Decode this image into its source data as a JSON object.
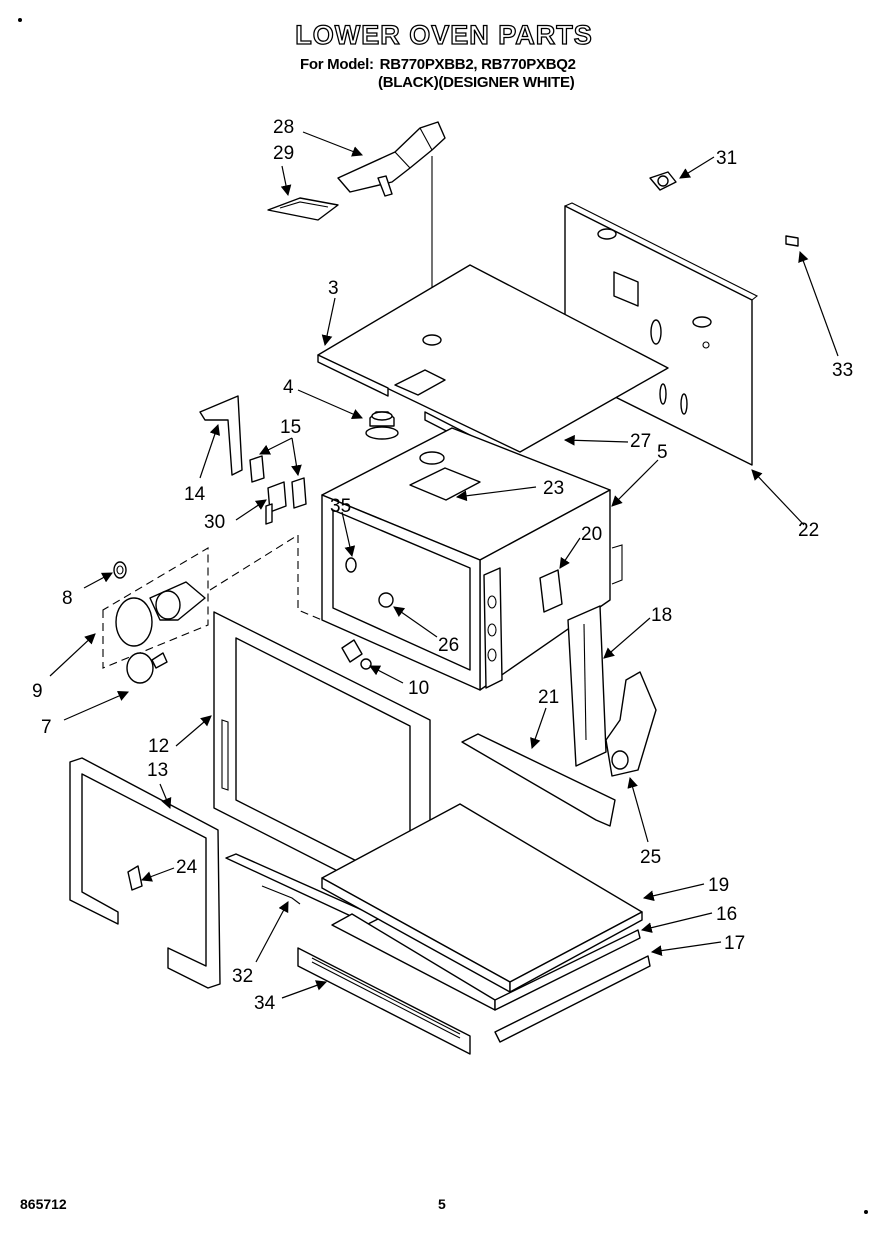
{
  "header": {
    "title": "LOWER OVEN PARTS",
    "model_label": "For Model:",
    "models": "RB770PXBB2, RB770PXBQ2",
    "finishes": "(BLACK)(DESIGNER WHITE)"
  },
  "callouts": {
    "c3": "3",
    "c4": "4",
    "c5": "5",
    "c7": "7",
    "c8": "8",
    "c9": "9",
    "c10": "10",
    "c12": "12",
    "c13": "13",
    "c14": "14",
    "c15": "15",
    "c16": "16",
    "c17": "17",
    "c18": "18",
    "c19": "19",
    "c20": "20",
    "c21": "21",
    "c22": "22",
    "c23": "23",
    "c24": "24",
    "c25": "25",
    "c26": "26",
    "c27": "27",
    "c28": "28",
    "c29": "29",
    "c30": "30",
    "c31": "31",
    "c32": "32",
    "c33": "33",
    "c34": "34",
    "c35": "35"
  },
  "footer": {
    "doc_number": "865712",
    "page_number": "5"
  }
}
